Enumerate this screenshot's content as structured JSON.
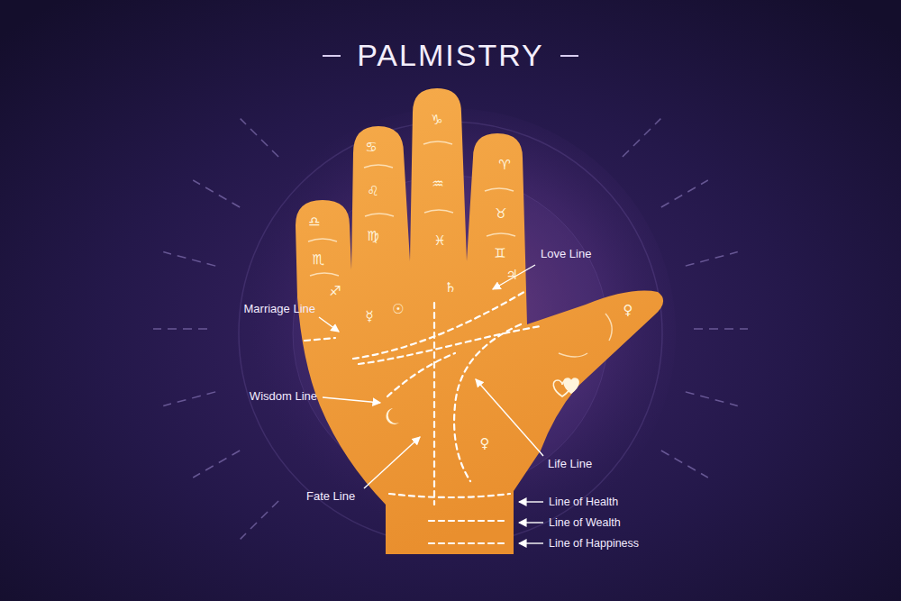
{
  "diagram": {
    "title": "PALMISTRY",
    "labels": [
      "♎",
      "♏",
      "♐",
      "♋",
      "♌",
      "♍",
      "♑",
      "♒",
      "♓",
      "♈",
      "♉",
      "♊",
      "Love Line",
      "♃",
      "☿",
      "☉",
      "♄",
      "♀",
      "Marriage Line",
      "Wisdom Line",
      "♀",
      "Life Line",
      "Fate Line",
      "Line of Health",
      "Line of Wealth",
      "Line of Happiness"
    ]
  }
}
